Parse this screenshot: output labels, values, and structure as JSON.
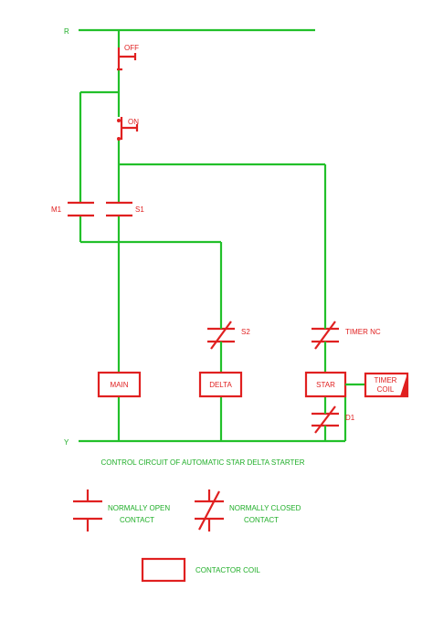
{
  "rails": {
    "top": "R",
    "bottom": "Y"
  },
  "contacts": {
    "off": "OFF",
    "on": "ON",
    "m1": "M1",
    "s1": "S1",
    "s2": "S2",
    "timer_nc": "TIMER NC",
    "d1": "D1"
  },
  "coils": {
    "main": "MAIN",
    "delta": "DELTA",
    "star": "STAR",
    "timer_line1": "TIMER",
    "timer_line2": "COIL"
  },
  "caption": "CONTROL CIRCUIT OF AUTOMATIC STAR DELTA STARTER",
  "legend": {
    "no_line1": "NORMALLY OPEN",
    "no_line2": "CONTACT",
    "nc_line1": "NORMALLY CLOSED",
    "nc_line2": "CONTACT",
    "coil": "CONTACTOR COIL"
  },
  "colors": {
    "wire": "#22c02a",
    "component": "#e02020"
  }
}
